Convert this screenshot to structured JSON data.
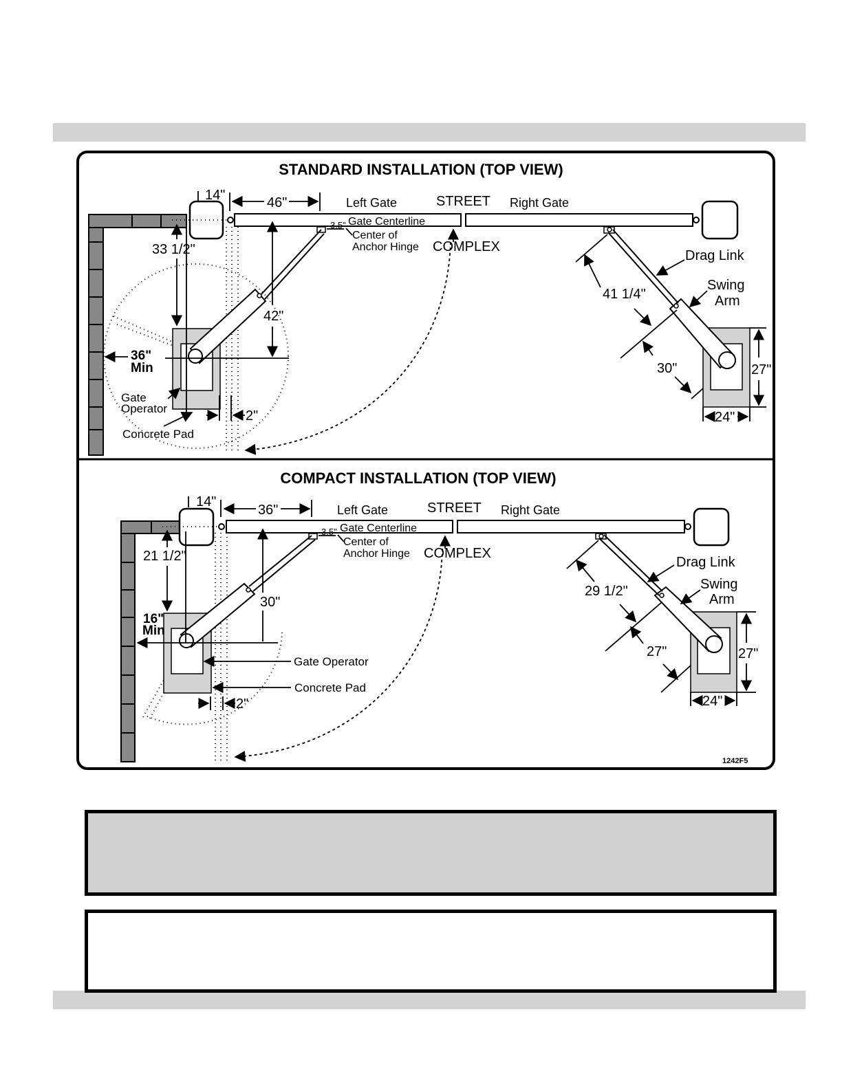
{
  "standard": {
    "title": "STANDARD INSTALLATION  (TOP VIEW)",
    "dim_offset": "14\"",
    "dim_width": "46\"",
    "left_gate": "Left Gate",
    "street": "STREET",
    "right_gate": "Right Gate",
    "dim_small": "3.5\"",
    "gate_centerline": "Gate Centerline",
    "center_of": "Center of",
    "anchor_hinge": "Anchor Hinge",
    "complex": "COMPLEX",
    "dim_depth": "33 1/2\"",
    "dim_arm": "42\"",
    "dim_min": "36\"",
    "min": "Min",
    "gate": "Gate",
    "operator": "Operator",
    "concrete_pad": "Concrete Pad",
    "dim_gap": "2\"",
    "drag_link": "Drag Link",
    "swing": "Swing",
    "arm": "Arm",
    "dim_link": "41 1/4\"",
    "dim_swing": "30\"",
    "dim_pad_h": "27\"",
    "dim_pad_w": "24\""
  },
  "compact": {
    "title": "COMPACT INSTALLATION  (TOP VIEW)",
    "dim_offset": "14\"",
    "dim_width": "36\"",
    "left_gate": "Left Gate",
    "street": "STREET",
    "right_gate": "Right Gate",
    "dim_small": "3.5\"",
    "gate_centerline": "Gate Centerline",
    "center_of": "Center of",
    "anchor_hinge": "Anchor Hinge",
    "complex": "COMPLEX",
    "dim_depth": "21 1/2\"",
    "dim_arm": "30\"",
    "dim_min": "16\"",
    "min": "Min",
    "gate_operator": "Gate Operator",
    "concrete_pad": "Concrete Pad",
    "dim_gap": "2\"",
    "drag_link": "Drag Link",
    "swing": "Swing",
    "arm": "Arm",
    "dim_link": "29 1/2\"",
    "dim_swing": "27\"",
    "dim_pad_h": "27\"",
    "dim_pad_w": "24\""
  },
  "figure_code": "1242F5"
}
